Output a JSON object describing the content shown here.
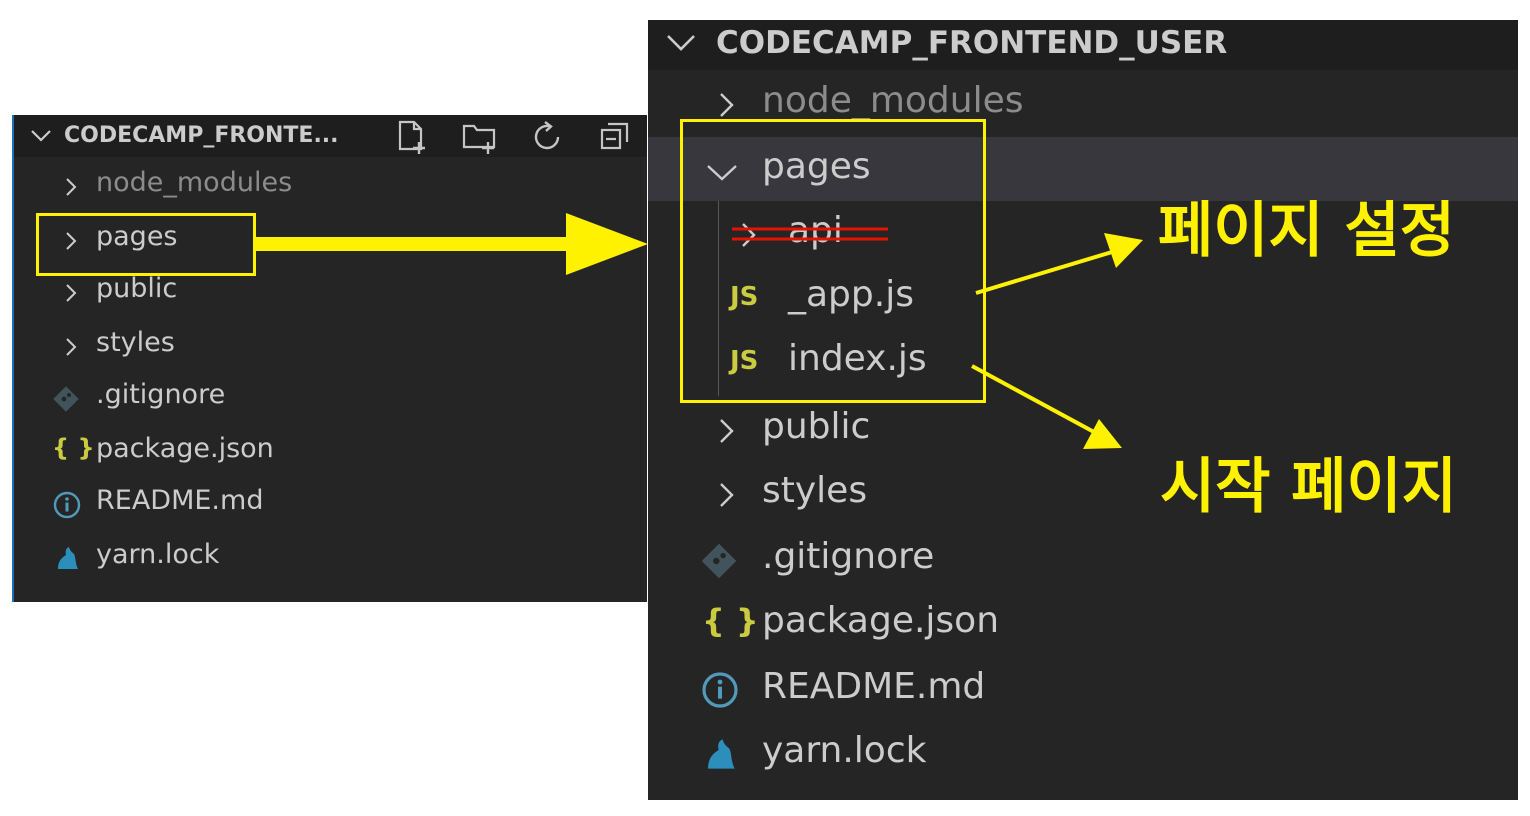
{
  "left_explorer": {
    "title": "CODECAMP_FRONTE...",
    "toolbar": [
      "new-file-icon",
      "new-folder-icon",
      "refresh-icon",
      "collapse-all-icon"
    ],
    "items": [
      {
        "label": "node_modules",
        "type": "folder"
      },
      {
        "label": "pages",
        "type": "folder"
      },
      {
        "label": "public",
        "type": "folder"
      },
      {
        "label": "styles",
        "type": "folder"
      },
      {
        "label": ".gitignore",
        "type": "file"
      },
      {
        "label": "package.json",
        "type": "file"
      },
      {
        "label": "README.md",
        "type": "file"
      },
      {
        "label": "yarn.lock",
        "type": "file"
      }
    ]
  },
  "right_explorer": {
    "title": "CODECAMP_FRONTEND_USER",
    "items": [
      {
        "label": "node_modules",
        "type": "folder"
      },
      {
        "label": "pages",
        "type": "folder",
        "expanded": true
      },
      {
        "label": "api",
        "type": "folder",
        "struck": true
      },
      {
        "label": "_app.js",
        "type": "file"
      },
      {
        "label": "index.js",
        "type": "file"
      },
      {
        "label": "public",
        "type": "folder"
      },
      {
        "label": "styles",
        "type": "folder"
      },
      {
        "label": ".gitignore",
        "type": "file"
      },
      {
        "label": "package.json",
        "type": "file"
      },
      {
        "label": "README.md",
        "type": "file"
      },
      {
        "label": "yarn.lock",
        "type": "file"
      }
    ]
  },
  "icons": {
    "js": "JS",
    "json": "{ }"
  },
  "annotations": {
    "page_settings": "페이지 설정",
    "start_page": "시작 페이지"
  },
  "colors": {
    "panel_bg": "#252526",
    "header_bg": "#1e1e1e",
    "highlight": "#fff200",
    "strike": "#e51400",
    "js_yellow": "#cbcb41",
    "info_blue": "#519aba"
  }
}
